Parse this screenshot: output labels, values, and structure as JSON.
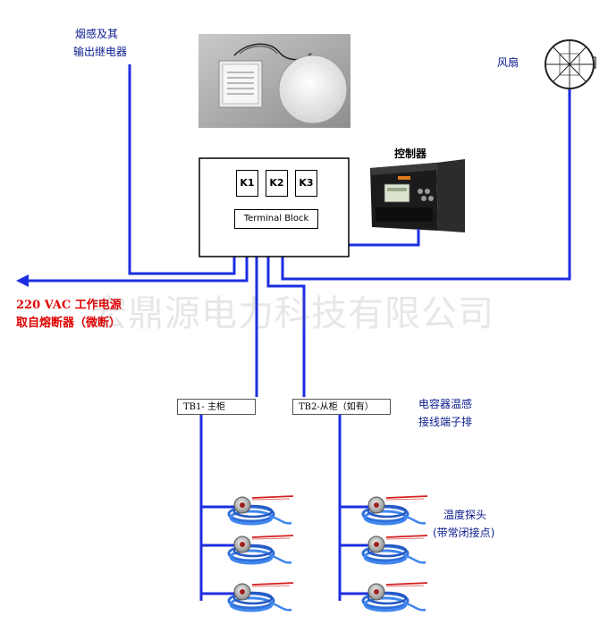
{
  "labels": {
    "smoke_relay_line1": "烟感及其",
    "smoke_relay_line2": "输出继电器",
    "fan": "风扇",
    "controller": "控制器",
    "power_line1": "220 VAC 工作电源",
    "power_line2": "取自熔断器（微断）",
    "capacitor_line1": "电容器温感",
    "capacitor_line2": "接线端子排",
    "probe_line1": "温度探头",
    "probe_line2": "(带常闭接点)",
    "watermark": "宏鼎源电力科技有限公司"
  },
  "relays": [
    "K1",
    "K2",
    "K3"
  ],
  "terminal_block": "Terminal Block",
  "terminal_bars": {
    "tb1": "TB1- 主柜",
    "tb2": "TB2-从柜（如有）"
  },
  "colors": {
    "wire": "#1c2ee0",
    "red_text": "#e00000",
    "label_blue": "#0a1a8c"
  }
}
